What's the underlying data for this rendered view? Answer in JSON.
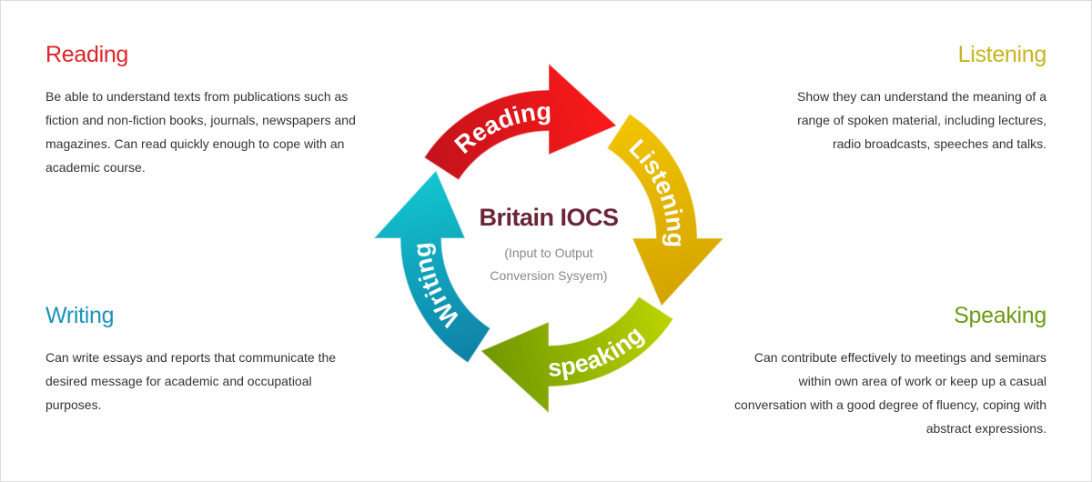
{
  "sections": {
    "reading": {
      "title": "Reading",
      "body": "Be able to understand texts from publications such as fiction and non-fiction books, journals, newspapers and magazines. Can read quickly enough to cope with an academic course.",
      "color": "#e0232a"
    },
    "listening": {
      "title": "Listening",
      "body": "Show they can understand the meaning of a range of spoken material, including lectures, radio broadcasts, speeches and talks.",
      "color": "#c9b321"
    },
    "writing": {
      "title": "Writing",
      "body": "Can write essays and reports that communicate the desired message for academic and occupatioal purposes.",
      "color": "#1b93b8"
    },
    "speaking": {
      "title": "Speaking",
      "body": "Can contribute effectively to meetings and seminars within own area of work or keep up a casual conversation with a good degree of fluency, coping with abstract expressions.",
      "color": "#6f9a18"
    }
  },
  "cycle": {
    "title": "Britain IOCS",
    "subtitle_line1": "(Input to Output",
    "subtitle_line2": "Conversion Sysyem)",
    "arrows": [
      {
        "label": "Reading",
        "from": "#c3121a",
        "to": "#ff1a1a"
      },
      {
        "label": "Listening",
        "from": "#f2c400",
        "to": "#d2a100"
      },
      {
        "label": "speaking",
        "from": "#bcd400",
        "to": "#6a9300"
      },
      {
        "label": "Writing",
        "from": "#0f7fa6",
        "to": "#12cbd3"
      }
    ]
  }
}
